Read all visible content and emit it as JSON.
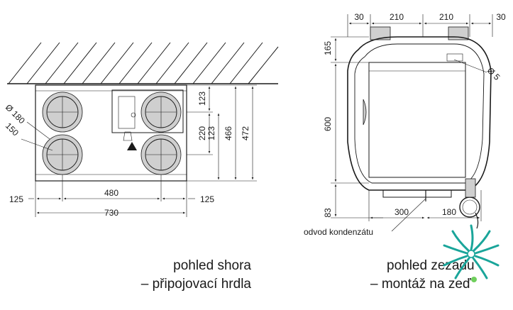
{
  "top_view": {
    "dims": {
      "d180": "Ø 180",
      "d150": "150",
      "d123a": "123",
      "d220": "220",
      "d123b": "123",
      "d466": "466",
      "d472": "472",
      "d125l": "125",
      "d480": "480",
      "d125r": "125",
      "d730": "730"
    },
    "caption_line1": "pohled shora",
    "caption_line2": "– připojovací hrdla"
  },
  "back_view": {
    "dims": {
      "w30l": "30",
      "w210a": "210",
      "w210b": "210",
      "w30r": "30",
      "h165": "165",
      "h600": "600",
      "h83": "83",
      "d5": "Ø 5",
      "w300": "300",
      "w180": "180"
    },
    "condensate_label": "odvod kondenzátu",
    "caption_line1": "pohled zezadu",
    "caption_line2": "– montáž na zeď"
  },
  "logo": {
    "colors": [
      "#1aa59a",
      "#6fcf5c"
    ]
  }
}
